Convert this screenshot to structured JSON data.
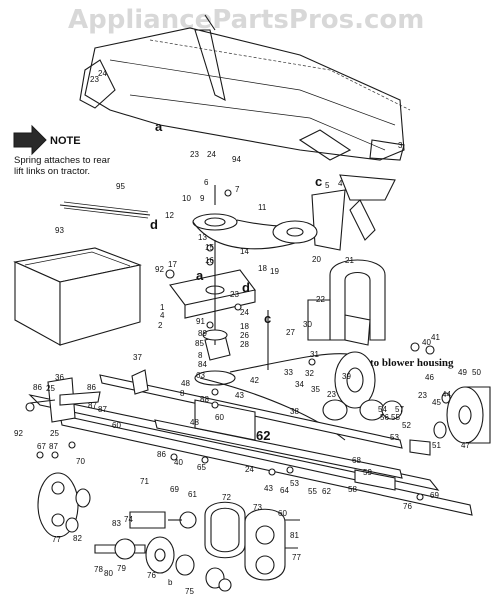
{
  "watermark": "AppliancePartsPros.com",
  "note": {
    "title": "NOTE",
    "text_line1": "Spring attaches to rear",
    "text_line2": "lift links on tractor."
  },
  "blower_label": "to blower housing",
  "callouts": [
    "23",
    "24",
    "a",
    "23",
    "24",
    "94",
    "3",
    "c",
    "5",
    "4",
    "95",
    "6",
    "7",
    "10",
    "9",
    "12",
    "d",
    "11",
    "13",
    "93",
    "14",
    "20",
    "21",
    "15",
    "16",
    "92",
    "17",
    "a",
    "18",
    "19",
    "d",
    "23",
    "22",
    "1",
    "4",
    "24",
    "2",
    "91",
    "18",
    "30",
    "89",
    "26",
    "27",
    "29",
    "c",
    "85",
    "28",
    "40",
    "41",
    "8",
    "31",
    "84",
    "63",
    "42",
    "39",
    "32",
    "33",
    "34",
    "35",
    "37",
    "48",
    "8",
    "43",
    "23",
    "46",
    "49",
    "50",
    "36",
    "86",
    "25",
    "86",
    "44",
    "87",
    "23",
    "45",
    "54",
    "55",
    "56",
    "47",
    "87",
    "38",
    "57",
    "92",
    "25",
    "60",
    "60",
    "88",
    "52",
    "53",
    "51",
    "48",
    "b",
    "62",
    "68",
    "67",
    "87",
    "86",
    "40",
    "65",
    "24",
    "43",
    "64",
    "53",
    "55",
    "62",
    "58",
    "59",
    "69",
    "70",
    "71",
    "69",
    "61",
    "72",
    "73",
    "60",
    "76",
    "77",
    "82",
    "83",
    "74",
    "81",
    "78",
    "80",
    "79",
    "76",
    "75",
    "77",
    "b",
    "50"
  ],
  "icons": {
    "note_arrow": "right-arrow-icon"
  }
}
